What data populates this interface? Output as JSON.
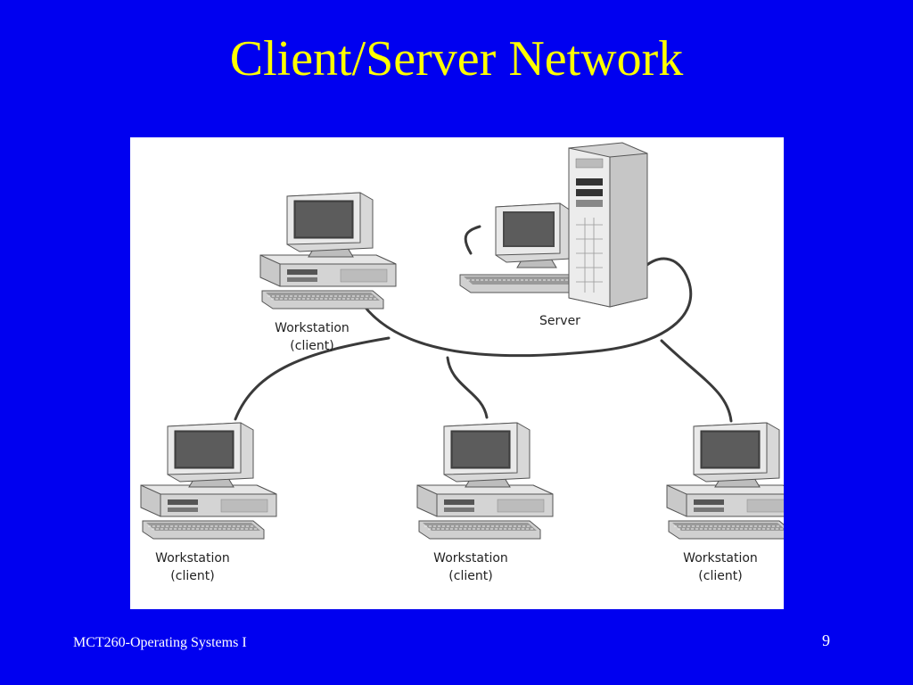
{
  "slide": {
    "title": "Client/Server Network",
    "footer": "MCT260-Operating Systems I",
    "page_number": "9"
  },
  "diagram": {
    "nodes": [
      {
        "id": "workstation-top",
        "type": "workstation",
        "label": [
          "Workstation",
          "(client)"
        ]
      },
      {
        "id": "server",
        "type": "server",
        "label": [
          "Server"
        ]
      },
      {
        "id": "workstation-bottom-left",
        "type": "workstation",
        "label": [
          "Workstation",
          "(client)"
        ]
      },
      {
        "id": "workstation-bottom-center",
        "type": "workstation",
        "label": [
          "Workstation",
          "(client)"
        ]
      },
      {
        "id": "workstation-bottom-right",
        "type": "workstation",
        "label": [
          "Workstation",
          "(client)"
        ]
      }
    ]
  }
}
